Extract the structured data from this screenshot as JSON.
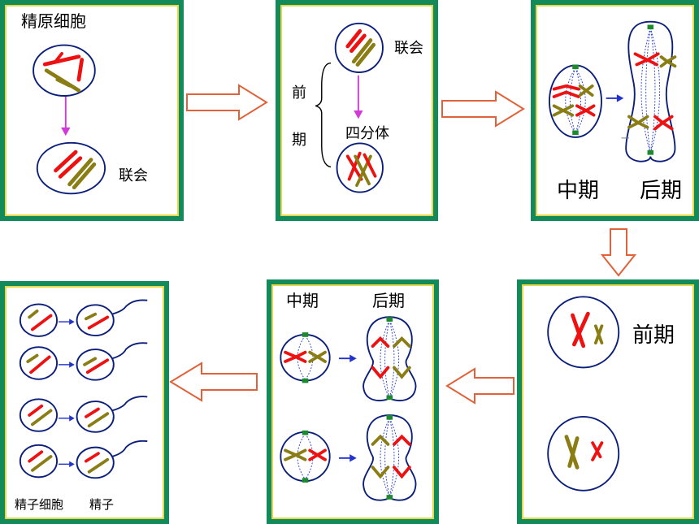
{
  "panel1": {
    "title": "精原细胞",
    "synapsis": "联会"
  },
  "panel2": {
    "prophase_chars": [
      "前",
      "期"
    ],
    "synapsis": "联会",
    "tetrad": "四分体"
  },
  "panel3": {
    "metaphase": "中期",
    "anaphase": "后期"
  },
  "panel4": {
    "prophase": "前期"
  },
  "panel5": {
    "metaphase": "中期",
    "anaphase": "后期"
  },
  "panel6": {
    "spermatid": "精子细胞",
    "sperm": "精子"
  },
  "colors": {
    "panel_border": "#138a5a",
    "panel_inner_line": "#e6d64a",
    "cell_outline": "#0b1f7a",
    "chromosome_red": "#ee1111",
    "chromosome_olive": "#8a7d14",
    "arrow_outline": "#e0623a",
    "pointer_magenta": "#d23ad8",
    "pointer_blue": "#2233cc",
    "centriole": "#1d8a2e",
    "spindle": "#2a3fd0"
  }
}
